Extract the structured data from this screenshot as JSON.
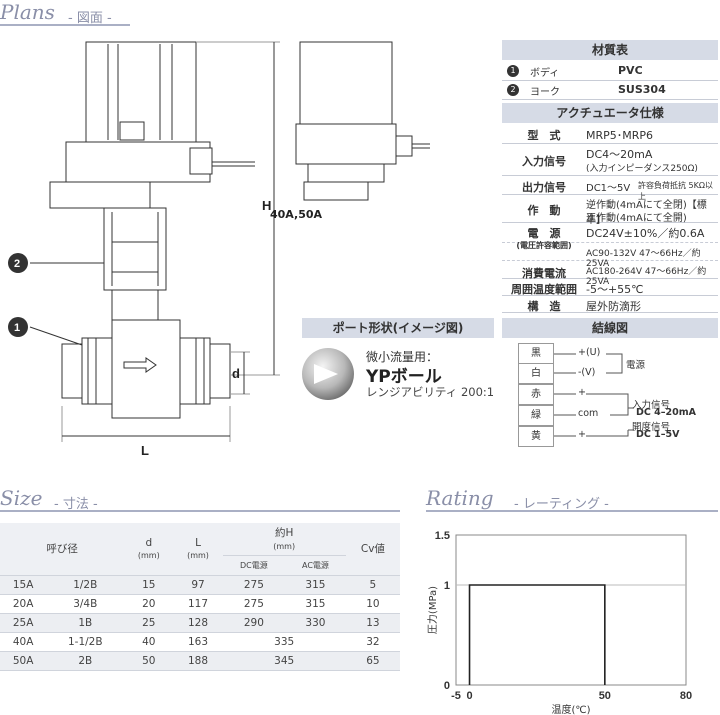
{
  "plans": {
    "title": "Plans",
    "subtitle": "- 図面 -"
  },
  "drawing": {
    "dim_h": "H",
    "dim_d": "d",
    "dim_l": "L",
    "callout_1": "1",
    "callout_2": "2",
    "variant_caption": "40A,50A"
  },
  "materials": {
    "header": "材質表",
    "rows": [
      {
        "no": "1",
        "part": "ボディ",
        "material": "PVC"
      },
      {
        "no": "2",
        "part": "ヨーク",
        "material": "SUS304"
      }
    ]
  },
  "actuator": {
    "header": "アクチュエータ仕様",
    "type_label": "型　式",
    "type_value": "MRP5･MRP6",
    "input_label": "入力信号",
    "input_value": "DC4〜20mA",
    "input_note": "(入力インピーダンス250Ω)",
    "output_label": "出力信号",
    "output_value": "DC1〜5V",
    "output_note": "許容負荷抵抗 5KΩ以上",
    "action_label": "作　動",
    "action_value_1": "逆作動(4mAにて全閉)【標準】",
    "action_value_2": "正作動(4mAにて全開)",
    "power_label": "電　源",
    "power_sub": "(電圧許容範囲)",
    "power_value": "DC24V±10%／約0.6A",
    "ac90_value": "AC90-132V 47〜66Hz／約25VA",
    "current_label": "消費電流",
    "ac180_value": "AC180-264V 47〜66Hz／約25VA",
    "temp_label": "周囲温度範囲",
    "temp_value": "-5〜+55℃",
    "structure_label": "構　造",
    "structure_value": "屋外防滴形"
  },
  "port": {
    "header": "ポート形状(イメージ図)",
    "line1": "微小流量用：",
    "line2": "YPボール",
    "line3": "レンジアビリティ 200:1"
  },
  "wiring": {
    "header": "結線図",
    "wires": [
      {
        "color": "黒",
        "signal": "+(U)"
      },
      {
        "color": "白",
        "signal": "-(V)"
      },
      {
        "color": "赤",
        "signal": "+"
      },
      {
        "color": "緑",
        "signal": "com"
      },
      {
        "color": "黄",
        "signal": "+"
      }
    ],
    "power_label": "電源",
    "input_label": "入力信号",
    "input_range": "DC 4–20mA",
    "opening_label": "開度信号",
    "opening_range": "DC 1–5V"
  },
  "size": {
    "title": "Size",
    "subtitle": "- 寸法 -",
    "headers": {
      "nominal": "呼び径",
      "d": "d",
      "d_unit": "(mm)",
      "l": "L",
      "l_unit": "(mm)",
      "h": "約H",
      "h_unit": "(mm)",
      "dc": "DC電源",
      "ac": "AC電源",
      "cv": "Cv値"
    },
    "rows": [
      {
        "a": "15A",
        "b": "1/2B",
        "d": "15",
        "l": "97",
        "dc": "275",
        "ac": "315",
        "cv": "5"
      },
      {
        "a": "20A",
        "b": "3/4B",
        "d": "20",
        "l": "117",
        "dc": "275",
        "ac": "315",
        "cv": "10"
      },
      {
        "a": "25A",
        "b": "1B",
        "d": "25",
        "l": "128",
        "dc": "290",
        "ac": "330",
        "cv": "13"
      },
      {
        "a": "40A",
        "b": "1-1/2B",
        "d": "40",
        "l": "163",
        "h": "335",
        "cv": "32"
      },
      {
        "a": "50A",
        "b": "2B",
        "d": "50",
        "l": "188",
        "h": "345",
        "cv": "65"
      }
    ]
  },
  "rating": {
    "title": "Rating",
    "subtitle": "- レーティング -"
  },
  "chart_data": {
    "type": "line",
    "xlabel": "温度(℃)",
    "ylabel": "圧力(MPa)",
    "xlim": [
      -5,
      80
    ],
    "ylim": [
      0,
      1.5
    ],
    "x_ticks": [
      "-5",
      "0",
      "50",
      "80"
    ],
    "y_ticks": [
      "0",
      "1",
      "1.5"
    ],
    "series": [
      {
        "x": [
          0,
          0,
          50,
          50
        ],
        "y": [
          0,
          1,
          1,
          0
        ]
      }
    ]
  }
}
